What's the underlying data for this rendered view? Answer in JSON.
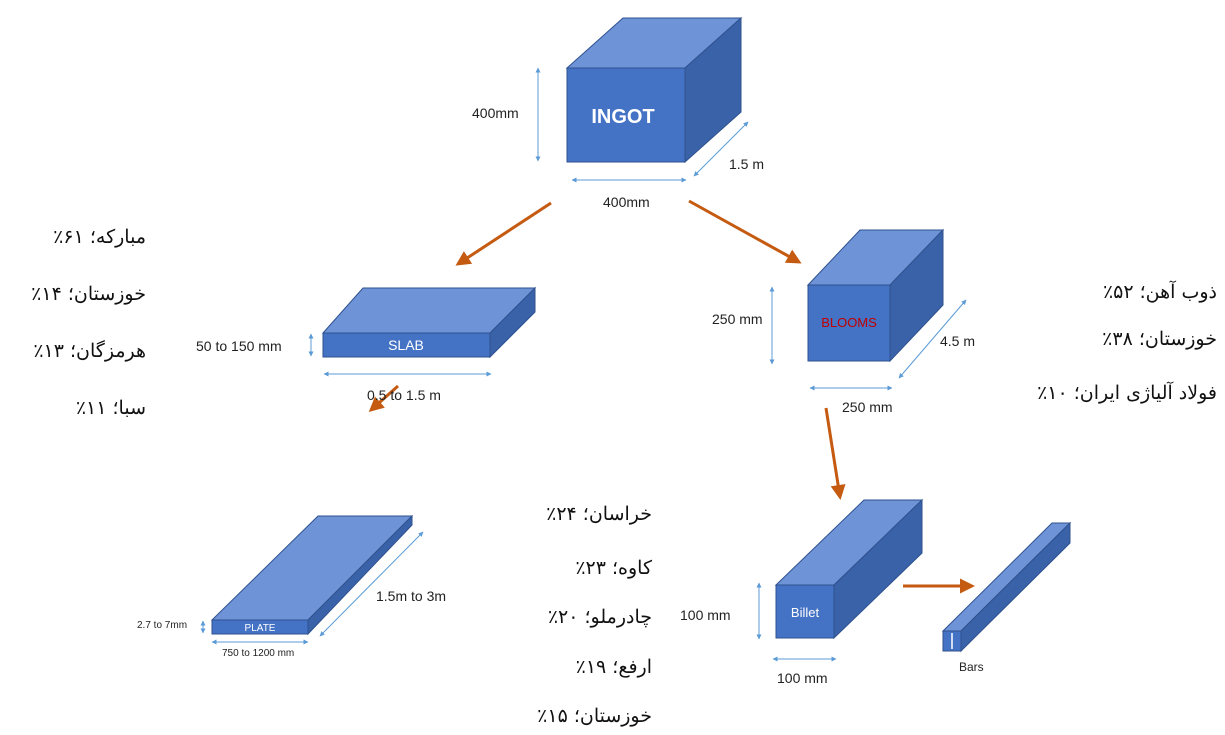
{
  "ingot": {
    "name": "INGOT",
    "height": "400mm",
    "width": "400mm",
    "length": "1.5 m"
  },
  "slab": {
    "name": "SLAB",
    "thickness": "50 to 150 mm",
    "width": "0.5 to 1.5 m"
  },
  "blooms": {
    "name": "BLOOMS",
    "height": "250 mm",
    "width": "250 mm",
    "length": "4.5 m"
  },
  "plate": {
    "name": "PLATE",
    "thickness": "2.7 to 7mm",
    "width": "750 to 1200 mm",
    "length": "1.5m  to 3m"
  },
  "billet": {
    "name": "Billet",
    "height": "100 mm",
    "width": "100 mm"
  },
  "bars": {
    "name": "Bars"
  },
  "slab_producers": [
    "مبارکه؛ ۶۱٪",
    "خوزستان؛ ۱۴٪",
    "هرمزگان؛ ۱۳٪",
    "سبا؛ ۱۱٪"
  ],
  "bloom_producers": [
    "ذوب آهن؛ ۵۲٪",
    "خوزستان؛ ۳۸٪",
    "فولاد آلیاژی ایران؛ ۱۰٪"
  ],
  "billet_producers": [
    "خراسان؛ ۲۴٪",
    "کاوه؛ ۲۳٪",
    "چادرملو؛ ۲۰٪",
    "ارفع؛ ۱۹٪",
    "خوزستان؛ ۱۵٪"
  ],
  "colors": {
    "front": "#4472C4",
    "top": "#6E93D6",
    "side": "#3A62A8",
    "edge": "#2F528F",
    "arrow": "#C55A11",
    "dim": "#5B9BD5",
    "blooms_text": "#C00000"
  }
}
